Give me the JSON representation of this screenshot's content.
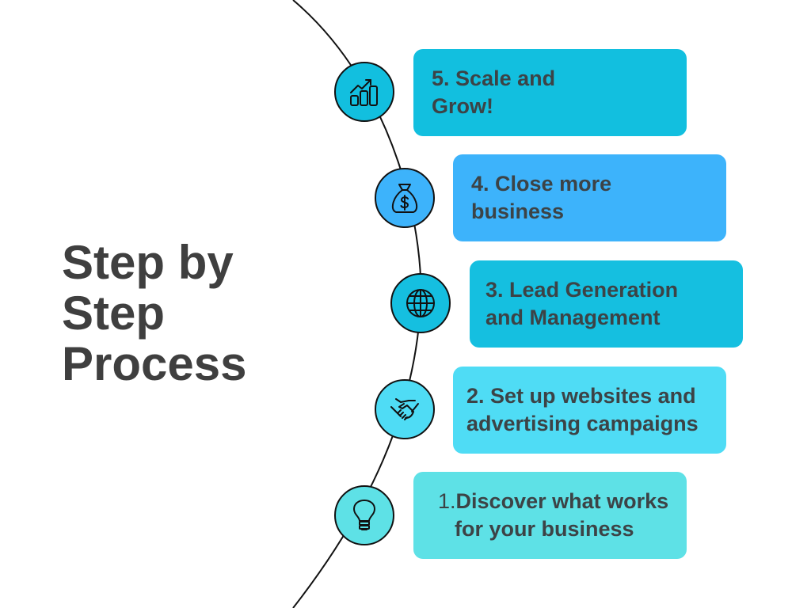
{
  "title_lines": [
    "Step by",
    "Step",
    "Process"
  ],
  "steps": [
    {
      "number": "5.",
      "line1": "Scale and",
      "line2": "Grow!",
      "icon": "chart-growth-icon",
      "color": "#12bfdf"
    },
    {
      "number": "4.",
      "line1": "Close more",
      "line2": "business",
      "icon": "money-bag-icon",
      "color": "#3db3fb"
    },
    {
      "number": "3.",
      "line1": "Lead Generation",
      "line2": "and Management",
      "icon": "globe-icon",
      "color": "#15bfe0"
    },
    {
      "number": "2.",
      "line1": " Set up websites and",
      "line2": "advertising campaigns",
      "icon": "handshake-icon",
      "color": "#4fdcf5"
    },
    {
      "number": "1.",
      "line1": "Discover what works",
      "line2": "for your business",
      "icon": "lightbulb-icon",
      "color": "#5ee1e6"
    }
  ]
}
